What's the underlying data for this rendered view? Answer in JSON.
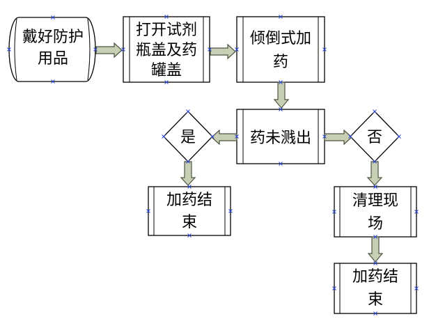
{
  "nodes": {
    "wear_gear": {
      "line1": "戴好防护",
      "line2": "用品"
    },
    "open_cap": {
      "line1": "打开试剂",
      "line2": "瓶盖及药",
      "line3": "罐盖"
    },
    "pour_add": {
      "line1": "倾倒式加",
      "line2": "药"
    },
    "not_splashed": {
      "line1": "药未溅出"
    },
    "yes_decision": {
      "line1": "是"
    },
    "no_decision": {
      "line1": "否"
    },
    "end_left": {
      "line1": "加药结",
      "line2": "束"
    },
    "clean_site": {
      "line1": "清理现",
      "line2": "场"
    },
    "end_right": {
      "line1": "加药结",
      "line2": "束"
    }
  },
  "colors": {
    "arrow_fill": "#c8cfb4",
    "arrow_stroke": "#4b5340",
    "connection_marker": "#2b46d9",
    "outline": "#000000"
  }
}
